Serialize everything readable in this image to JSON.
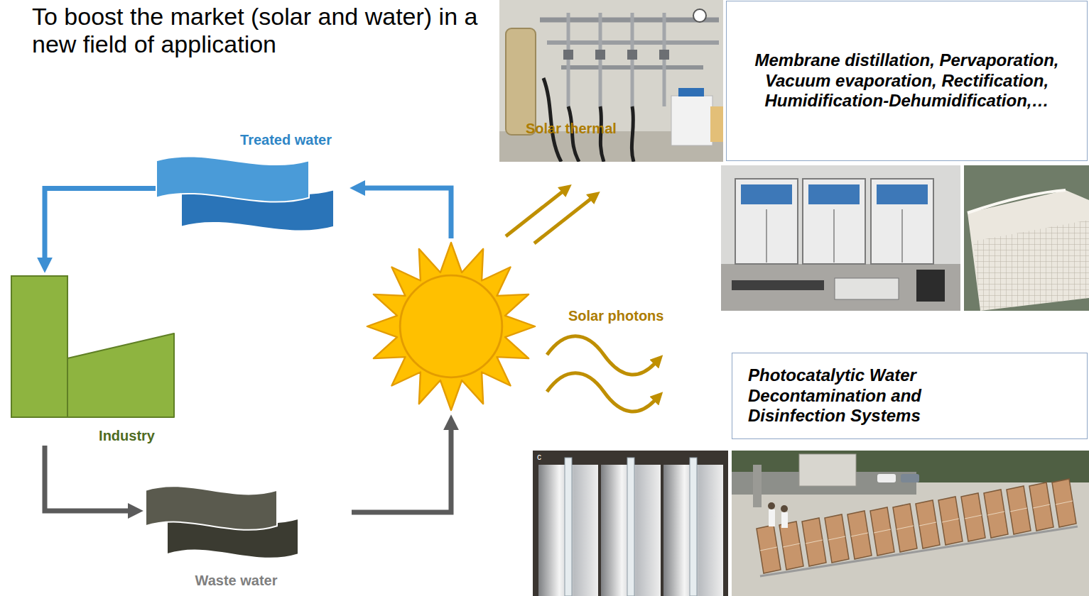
{
  "diagram": {
    "title": "To boost the market (solar and water) in a new field of application",
    "nodes": [
      {
        "text": [
          "Treated water"
        ]
      },
      {
        "text": [
          "Membrane distillation, Pervaporation, Vacuum evaporation, Rectification, Humidification-Dehumidification,…"
        ]
      },
      {
        "text": [
          "Industry"
        ]
      },
      {
        "text": [
          "Photocatalytic Water Decontamination and Disinfection Systems"
        ]
      },
      {
        "text": [
          "Waste water"
        ]
      }
    ],
    "edges": [
      {
        "from": 0,
        "to": 2,
        "arrow": "to"
      },
      {
        "from": 2,
        "to": 4,
        "arrow": "to"
      }
    ],
    "labels": [
      "Solar thermal",
      "Solar photons",
      "c"
    ]
  }
}
